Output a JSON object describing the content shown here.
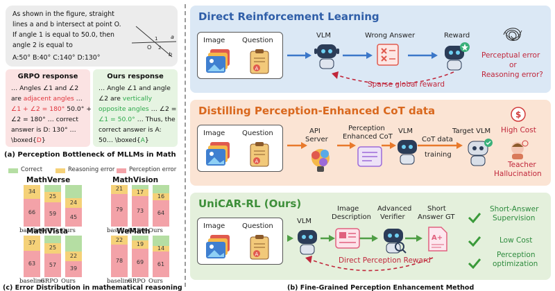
{
  "panel_a": {
    "question_lines": [
      "As shown in the figure, straight",
      "lines a and b intersect at point O.",
      "If angle 1 is equal to 50.0, then",
      "angle 2 is equal to",
      "A:50°   B:40°  C:140°    D:130°"
    ],
    "figure_labels": {
      "a": "a",
      "b": "b",
      "o": "O",
      "one": "1",
      "two": "2"
    },
    "grpo": {
      "title": "GRPO response",
      "l1": "… Angles ∠1 and ∠2",
      "l2a": "are ",
      "l2b": "adjacent angles",
      "l2c": " …",
      "l3a": "∠1 + ∠2 = 180°",
      "l3b": " 50.0° +",
      "l4": "∠2 = 180° … correct",
      "l5": "answer is D: 130° …",
      "l6a": "\\boxed{",
      "l6b": "D",
      "l6c": "}"
    },
    "ours": {
      "title": "Ours response",
      "l1": "… Angle ∠1 and angle",
      "l2a": "∠2 are ",
      "l2b": "vertically",
      "l3a": "opposite angles",
      "l3b": " … ∠2 =",
      "l4a": "∠1 = 50.0°",
      "l4b": " … Thus, the",
      "l5": "correct answer is A:",
      "l6a": "50… \\boxed{",
      "l6b": "A",
      "l6c": "}"
    },
    "caption": "(a) Perception Bottleneck of MLLMs in Math"
  },
  "panel_b": {
    "caption": "(b) Fine-Grained Perception Enhancement Method",
    "drl": {
      "title": "Direct Reinforcement Learning",
      "image": "Image",
      "question": "Question",
      "vlm": "VLM",
      "wrong": "Wrong Answer",
      "reward": "Reward",
      "sparse": "Sparse global reward",
      "side1": "Perceptual error",
      "side2": "or",
      "side3": "Reasoning error?"
    },
    "distill": {
      "title": "Distilling Perception-Enhanced CoT data",
      "image": "Image",
      "question": "Question",
      "api1": "API",
      "api2": "Server",
      "pe1": "Perception",
      "pe2": "Enhanced CoT",
      "vlm": "VLM",
      "cot": "CoT data",
      "training": "training",
      "target": "Target VLM",
      "high_cost": "High Cost",
      "teacher1": "Teacher",
      "teacher2": "Hallucination"
    },
    "unicar": {
      "title": "UniCAR-RL (Ours)",
      "image": "Image",
      "question": "Question",
      "vlm": "VLM",
      "desc1": "Image",
      "desc2": "Description",
      "ver1": "Advanced",
      "ver2": "Verifier",
      "gt1": "Short",
      "gt2": "Answer GT",
      "dpr": "Direct Perception Reward",
      "c1a": "Short-Answer",
      "c1b": "Supervision",
      "c2": "Low Cost",
      "c3a": "Perception",
      "c3b": "optimization"
    }
  },
  "panel_c": {
    "caption": "(c) Error Distribution in mathematical reasoning",
    "legend": [
      "Correct",
      "Reasoning error",
      "Perception error"
    ],
    "colors": {
      "correct": "#b5dea3",
      "reasoning": "#f5d178",
      "perception": "#f3a2a8"
    },
    "x_labels": [
      "baseline",
      "GRPO",
      "Ours"
    ]
  },
  "chart_data": [
    {
      "type": "bar",
      "title": "MathVerse",
      "categories": [
        "baseline",
        "GRPO",
        "Ours"
      ],
      "series": [
        {
          "name": "Perception error",
          "values": [
            66,
            59,
            45
          ]
        },
        {
          "name": "Reasoning error",
          "values": [
            34,
            25,
            24
          ]
        },
        {
          "name": "Correct",
          "values": [
            0,
            16,
            31
          ]
        }
      ]
    },
    {
      "type": "bar",
      "title": "MathVision",
      "categories": [
        "baseline",
        "GRPO",
        "Ours"
      ],
      "series": [
        {
          "name": "Perception error",
          "values": [
            79,
            73,
            64
          ]
        },
        {
          "name": "Reasoning error",
          "values": [
            21,
            17,
            16
          ]
        },
        {
          "name": "Correct",
          "values": [
            0,
            10,
            20
          ]
        }
      ]
    },
    {
      "type": "bar",
      "title": "MathVista",
      "categories": [
        "baseline",
        "GRPO",
        "Ours"
      ],
      "series": [
        {
          "name": "Perception error",
          "values": [
            63,
            57,
            39
          ]
        },
        {
          "name": "Reasoning error",
          "values": [
            37,
            25,
            22
          ]
        },
        {
          "name": "Correct",
          "values": [
            0,
            18,
            39
          ]
        }
      ]
    },
    {
      "type": "bar",
      "title": "WeMath",
      "categories": [
        "baseline",
        "GRPO",
        "Ours"
      ],
      "series": [
        {
          "name": "Perception error",
          "values": [
            78,
            69,
            61
          ]
        },
        {
          "name": "Reasoning error",
          "values": [
            22,
            19,
            14
          ]
        },
        {
          "name": "Correct",
          "values": [
            0,
            12,
            25
          ]
        }
      ]
    }
  ]
}
